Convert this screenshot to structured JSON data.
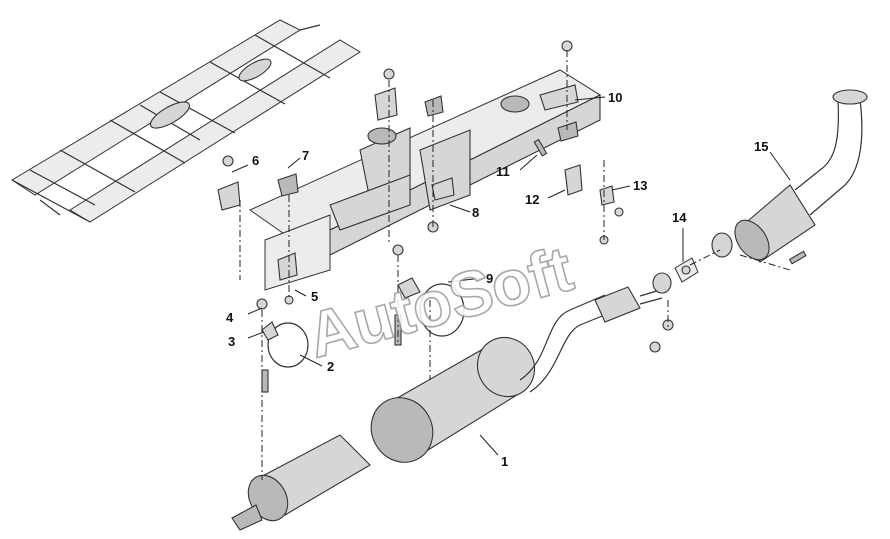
{
  "watermark": "AutoSoft",
  "parts": [
    {
      "number": "1",
      "icon": "muffler-icon"
    },
    {
      "number": "2",
      "icon": "clamp-icon"
    },
    {
      "number": "3",
      "icon": "washer-icon"
    },
    {
      "number": "4",
      "icon": "nut-icon"
    },
    {
      "number": "5",
      "icon": "bracket-icon"
    },
    {
      "number": "6",
      "icon": "bracket-icon"
    },
    {
      "number": "7",
      "icon": "cushion-icon"
    },
    {
      "number": "8",
      "icon": "bracket-icon"
    },
    {
      "number": "9",
      "icon": "clamp-icon"
    },
    {
      "number": "10",
      "icon": "bracket-icon"
    },
    {
      "number": "11",
      "icon": "bolt-icon"
    },
    {
      "number": "12",
      "icon": "bracket-icon"
    },
    {
      "number": "13",
      "icon": "bracket-icon"
    },
    {
      "number": "14",
      "icon": "gasket-icon"
    },
    {
      "number": "15",
      "icon": "catalytic-converter-icon"
    }
  ]
}
